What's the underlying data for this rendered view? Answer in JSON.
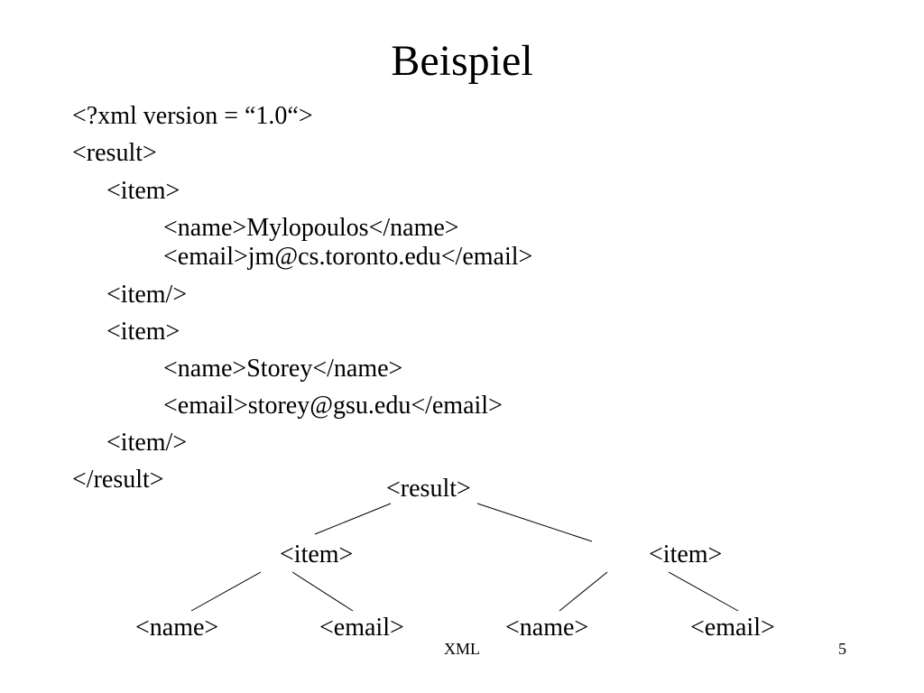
{
  "title": "Beispiel",
  "code_lines": [
    "<?xml version = “1.0“>",
    "<result>",
    "<item>",
    "<name>Mylopoulos</name>",
    "<email>jm@cs.toronto.edu</email>",
    "<item/>",
    "<item>",
    "<name>Storey</name>",
    "<email>storey@gsu.edu</email>",
    "<item/>",
    "</result>"
  ],
  "tree": {
    "root": "<result>",
    "items": [
      "<item>",
      "<item>"
    ],
    "leaves": [
      "<name>",
      "<email>",
      "<name>",
      "<email>"
    ]
  },
  "footer": {
    "label": "XML",
    "page_number": "5"
  }
}
